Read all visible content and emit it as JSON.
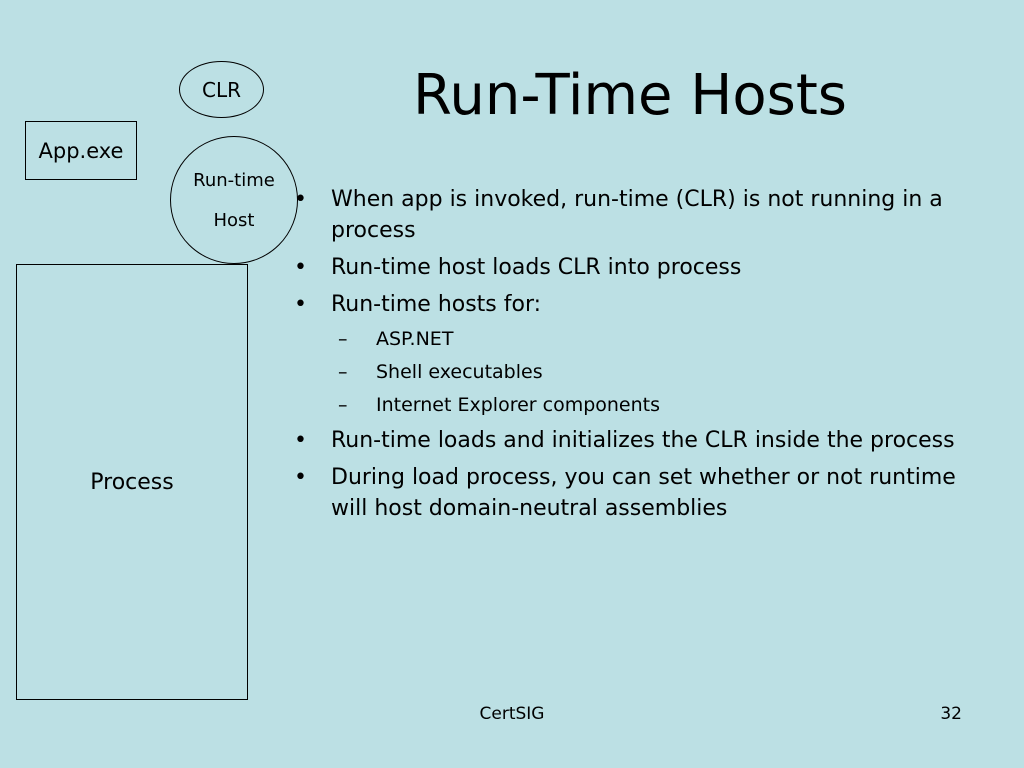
{
  "slide": {
    "title": "Run-Time Hosts",
    "diagram": {
      "clr_label": "CLR",
      "app_label": "App.exe",
      "host_line1": "Run-time",
      "host_line2": "Host",
      "process_label": "Process"
    },
    "bullets": [
      {
        "level": 1,
        "text": "When app is invoked, run-time (CLR) is not running in a process"
      },
      {
        "level": 1,
        "text": "Run-time host loads CLR into process"
      },
      {
        "level": 1,
        "text": "Run-time hosts for:"
      },
      {
        "level": 2,
        "text": "ASP.NET"
      },
      {
        "level": 2,
        "text": "Shell executables"
      },
      {
        "level": 2,
        "text": "Internet Explorer components"
      },
      {
        "level": 1,
        "text": "Run-time loads and initializes the CLR inside the process"
      },
      {
        "level": 1,
        "text": "During load process, you can set whether or not runtime will host domain-neutral assemblies"
      }
    ],
    "markers": {
      "level1": "•",
      "level2": "–"
    },
    "footer": {
      "center": "CertSIG",
      "page_number": "32"
    },
    "colors": {
      "background": "#bce0e4",
      "text": "#000000"
    }
  }
}
